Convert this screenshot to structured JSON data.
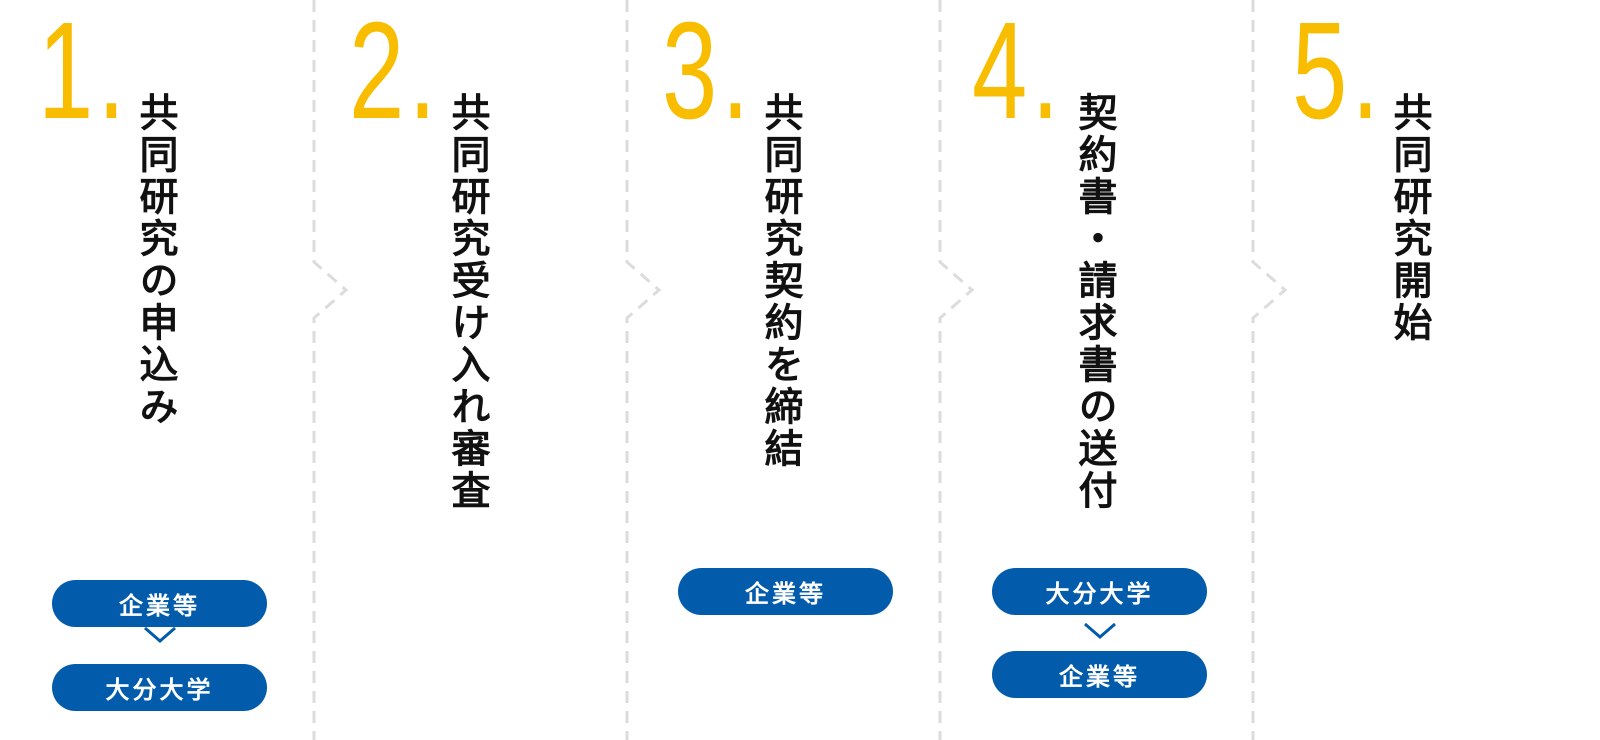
{
  "colors": {
    "number": "#f9bd00",
    "pill": "#035bab",
    "separator": "#dcdcdc"
  },
  "steps": [
    {
      "number": "1.",
      "title": "共同研究の申込み",
      "parties": [
        "企業等",
        "大分大学"
      ]
    },
    {
      "number": "2.",
      "title": "共同研究受け入れ審査",
      "parties": []
    },
    {
      "number": "3.",
      "title": "共同研究契約を締結",
      "parties": [
        "企業等"
      ]
    },
    {
      "number": "4.",
      "title": "契約書・請求書の送付",
      "parties": [
        "大分大学",
        "企業等"
      ]
    },
    {
      "number": "5.",
      "title": "共同研究開始",
      "parties": []
    }
  ]
}
